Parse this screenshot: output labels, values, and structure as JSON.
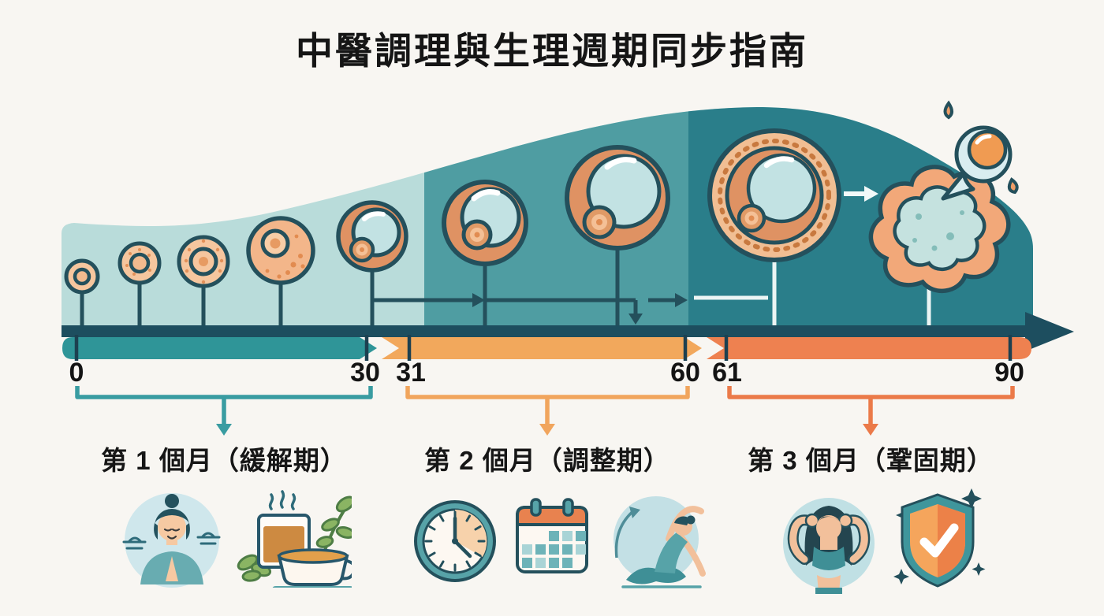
{
  "title": "中醫調理與生理週期同步指南",
  "timeline": {
    "day_labels": [
      "0",
      "30",
      "31",
      "60",
      "61",
      "90"
    ],
    "segments": [
      {
        "name": "第 1 個月",
        "day_range": [
          0,
          30
        ],
        "bar_color": "#2f9598"
      },
      {
        "name": "第 2 個月",
        "day_range": [
          31,
          60
        ],
        "bar_color": "#f2a85c"
      },
      {
        "name": "第 3 個月",
        "day_range": [
          61,
          90
        ],
        "bar_color": "#ee8150"
      }
    ]
  },
  "phases": [
    {
      "label": "第 1 個月（緩解期）",
      "accent": "#399ca1",
      "icons": [
        "meditating-woman",
        "herbal-tea"
      ]
    },
    {
      "label": "第 2 個月（調整期）",
      "accent": "#f1a55d",
      "icons": [
        "clock",
        "calendar",
        "yoga-stretch"
      ]
    },
    {
      "label": "第 3 個月（鞏固期）",
      "accent": "#eb7a49",
      "icons": [
        "strong-woman",
        "shield-check"
      ]
    }
  ],
  "illustration": {
    "follicle_stages": 8,
    "band_colors": [
      "#b9dcda",
      "#4f9da2",
      "#2a7e8a"
    ]
  }
}
